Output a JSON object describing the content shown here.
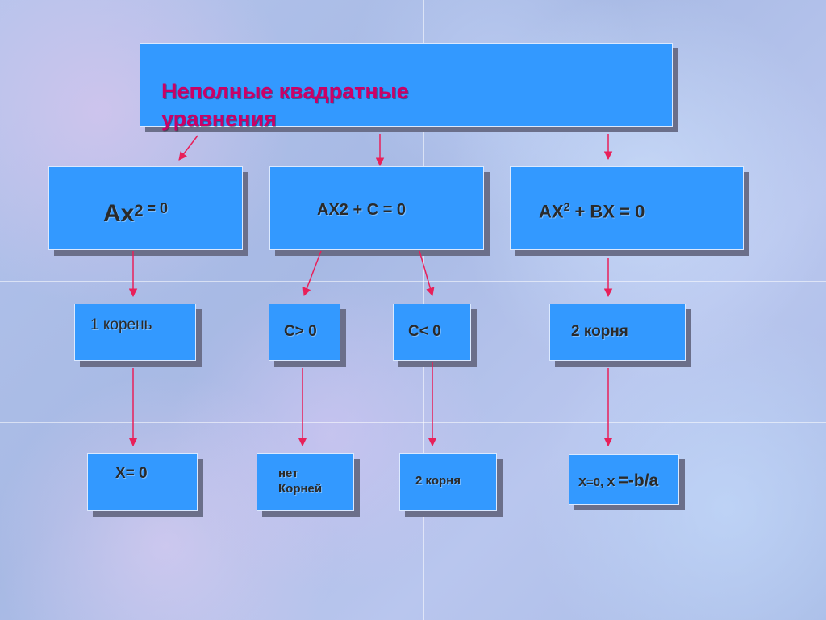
{
  "title": "Неполные  квадратные уравнения",
  "level1": [
    {
      "base": "Ax",
      "sup": "2",
      "rest": " = 0"
    },
    {
      "base": "AX2 + C = 0",
      "sup": "",
      "rest": ""
    },
    {
      "base": "AX",
      "sup": "2",
      "rest": " + BX = 0"
    }
  ],
  "level2": [
    "1 корень",
    "C> 0",
    "C< 0",
    "2 корня"
  ],
  "level3": {
    "a": "X= 0",
    "b_line1": "нет",
    "b_line2": "Корней",
    "c": "2 корня",
    "d_small": "X=0, X ",
    "d_big": "=-b/a"
  },
  "colors": {
    "box_fill": "#3399ff",
    "title": "#cc0066",
    "arrow": "#e8205a",
    "shadow": "#6b6f8a"
  }
}
